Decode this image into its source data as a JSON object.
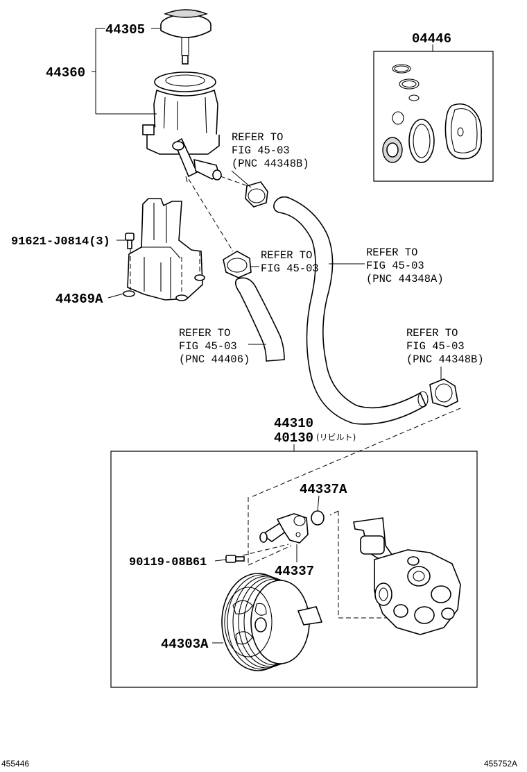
{
  "diagram": {
    "labels": {
      "p44305": "44305",
      "p44360": "44360",
      "p04446": "04446",
      "p91621": "91621-J0814(3)",
      "p44369A": "44369A",
      "p44310": "44310",
      "p40130": "40130",
      "p40130_note": "(リビルト)",
      "p44337A": "44337A",
      "p90119": "90119-08B61",
      "p44337": "44337",
      "p44303A": "44303A"
    },
    "refs": {
      "ref_top": {
        "l1": "REFER TO",
        "l2": "FIG 45-03",
        "l3": "(PNC 44348B)"
      },
      "ref_mid": {
        "l1": "REFER TO",
        "l2": "FIG 45-03"
      },
      "ref_hose": {
        "l1": "REFER TO",
        "l2": "FIG 45-03",
        "l3": "(PNC 44348A)"
      },
      "ref_left": {
        "l1": "REFER TO",
        "l2": "FIG 45-03",
        "l3": "(PNC 44406)"
      },
      "ref_right": {
        "l1": "REFER TO",
        "l2": "FIG 45-03",
        "l3": "(PNC 44348B)"
      }
    },
    "footer": {
      "left_code": "455446",
      "right_code": "455752A"
    }
  }
}
